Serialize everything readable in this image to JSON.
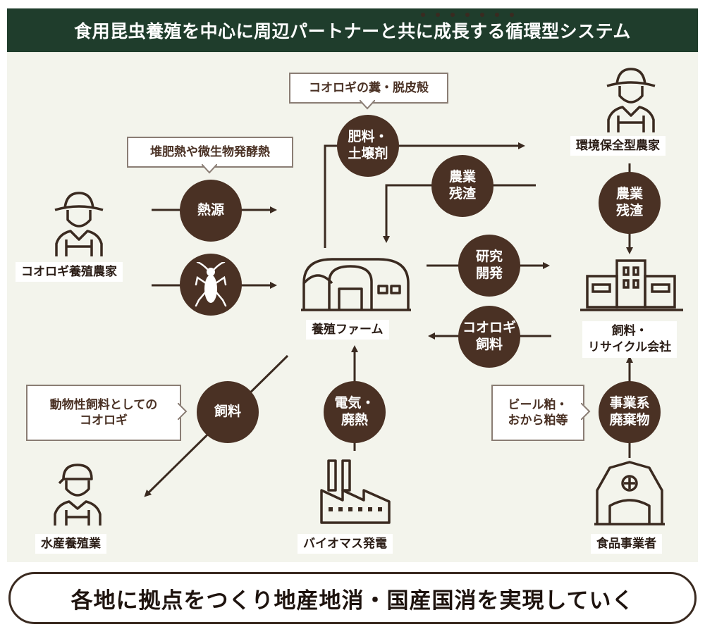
{
  "header": {
    "title": "食用昆虫養殖を中心に周辺パートナーと共に成長する循環型システム"
  },
  "callouts": {
    "frass": "コオロギの糞・脱皮殻",
    "heat_desc": "堆肥熱や微生物発酵熱",
    "feed_desc_line1": "動物性飼料としての",
    "feed_desc_line2": "コオロギ",
    "byproduct_line1": "ビール粕・",
    "byproduct_line2": "おから粕等"
  },
  "flows": {
    "fertilizer": [
      "肥料・",
      "土壌剤"
    ],
    "heat_source": [
      "熱源"
    ],
    "residue_center": [
      "農業",
      "残渣"
    ],
    "residue_right": [
      "農業",
      "残渣"
    ],
    "research": [
      "研究",
      "開発"
    ],
    "cricket_feed": [
      "コオロギ",
      "飼料"
    ],
    "feed": [
      "飼料"
    ],
    "power": [
      "電気・",
      "廃熱"
    ],
    "business_waste": [
      "事業系",
      "廃棄物"
    ]
  },
  "actors": {
    "cricket_farmer": "コオロギ養殖農家",
    "eco_farmer": "環境保全型農家",
    "breeding_farm": "養殖ファーム",
    "feed_company_line1": "飼料・",
    "feed_company_line2": "リサイクル会社",
    "aquaculture": "水産養殖業",
    "biomass": "バイオマス発電",
    "food_business": "食品事業者"
  },
  "icons": {
    "cricket": "cricket-icon",
    "farmer": "farmer-icon",
    "worker": "worker-icon",
    "farm": "greenhouse-icon",
    "factory": "factory-icon",
    "building": "office-building-icon",
    "barn": "barn-icon"
  },
  "colors": {
    "header_bg": "#1f3d2c",
    "circle": "#4a3124",
    "panel_bg": "#f3f4ec",
    "line": "#3a2a20"
  },
  "banner": {
    "text": "各地に拠点をつくり地産地消・国産国消を実現していく"
  }
}
